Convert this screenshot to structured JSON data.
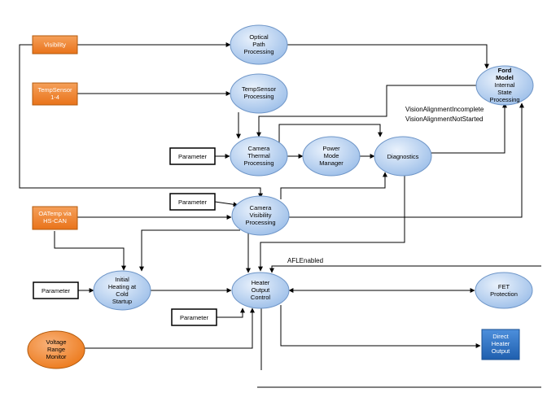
{
  "inputs": {
    "visibility": "Visibility",
    "tempsensor": [
      "TempSensor",
      "1-4"
    ],
    "oatemp": [
      "OATemp via",
      "HS-CAN"
    ],
    "voltage": [
      "Voltage",
      "Range",
      "Monitor"
    ]
  },
  "parameters": {
    "p1": "Parameter",
    "p2": "Parameter",
    "p3": "Parameter",
    "p4": "Parameter"
  },
  "processes": {
    "optical": [
      "Optical",
      "Path",
      "Processing"
    ],
    "tempsensor_proc": [
      "TempSensor",
      "Processing"
    ],
    "ford": [
      "Ford",
      "Model",
      "Internal",
      "State",
      "Processing"
    ],
    "camera_thermal": [
      "Camera",
      "Thermal",
      "Processing"
    ],
    "power": [
      "Power",
      "Mode",
      "Manager"
    ],
    "diagnostics": "Diagnostics",
    "camera_visibility": [
      "Camera",
      "Visibility",
      "Processing"
    ],
    "initial_heating": [
      "Initial",
      "Heating at",
      "Cold",
      "Startup"
    ],
    "heater": [
      "Heater",
      "Output",
      "Control"
    ],
    "fet": [
      "FET",
      "Protection"
    ]
  },
  "outputs": {
    "direct_heater": [
      "Direct",
      "Heater",
      "Output"
    ]
  },
  "notes": {
    "vision_incomplete": "VisionAlignmentIncomplete",
    "vision_not_started": "VisionAlignmentNotStarted",
    "afl_enabled": "AFLEnabled"
  },
  "colors": {
    "input_fill": "#f07f1f",
    "input_stroke": "#b35a0c",
    "process_fill_light": "#d4e4f7",
    "process_fill_dark": "#8fb6e6",
    "process_stroke": "#6f96c8",
    "output_fill": "#2f73c4"
  }
}
